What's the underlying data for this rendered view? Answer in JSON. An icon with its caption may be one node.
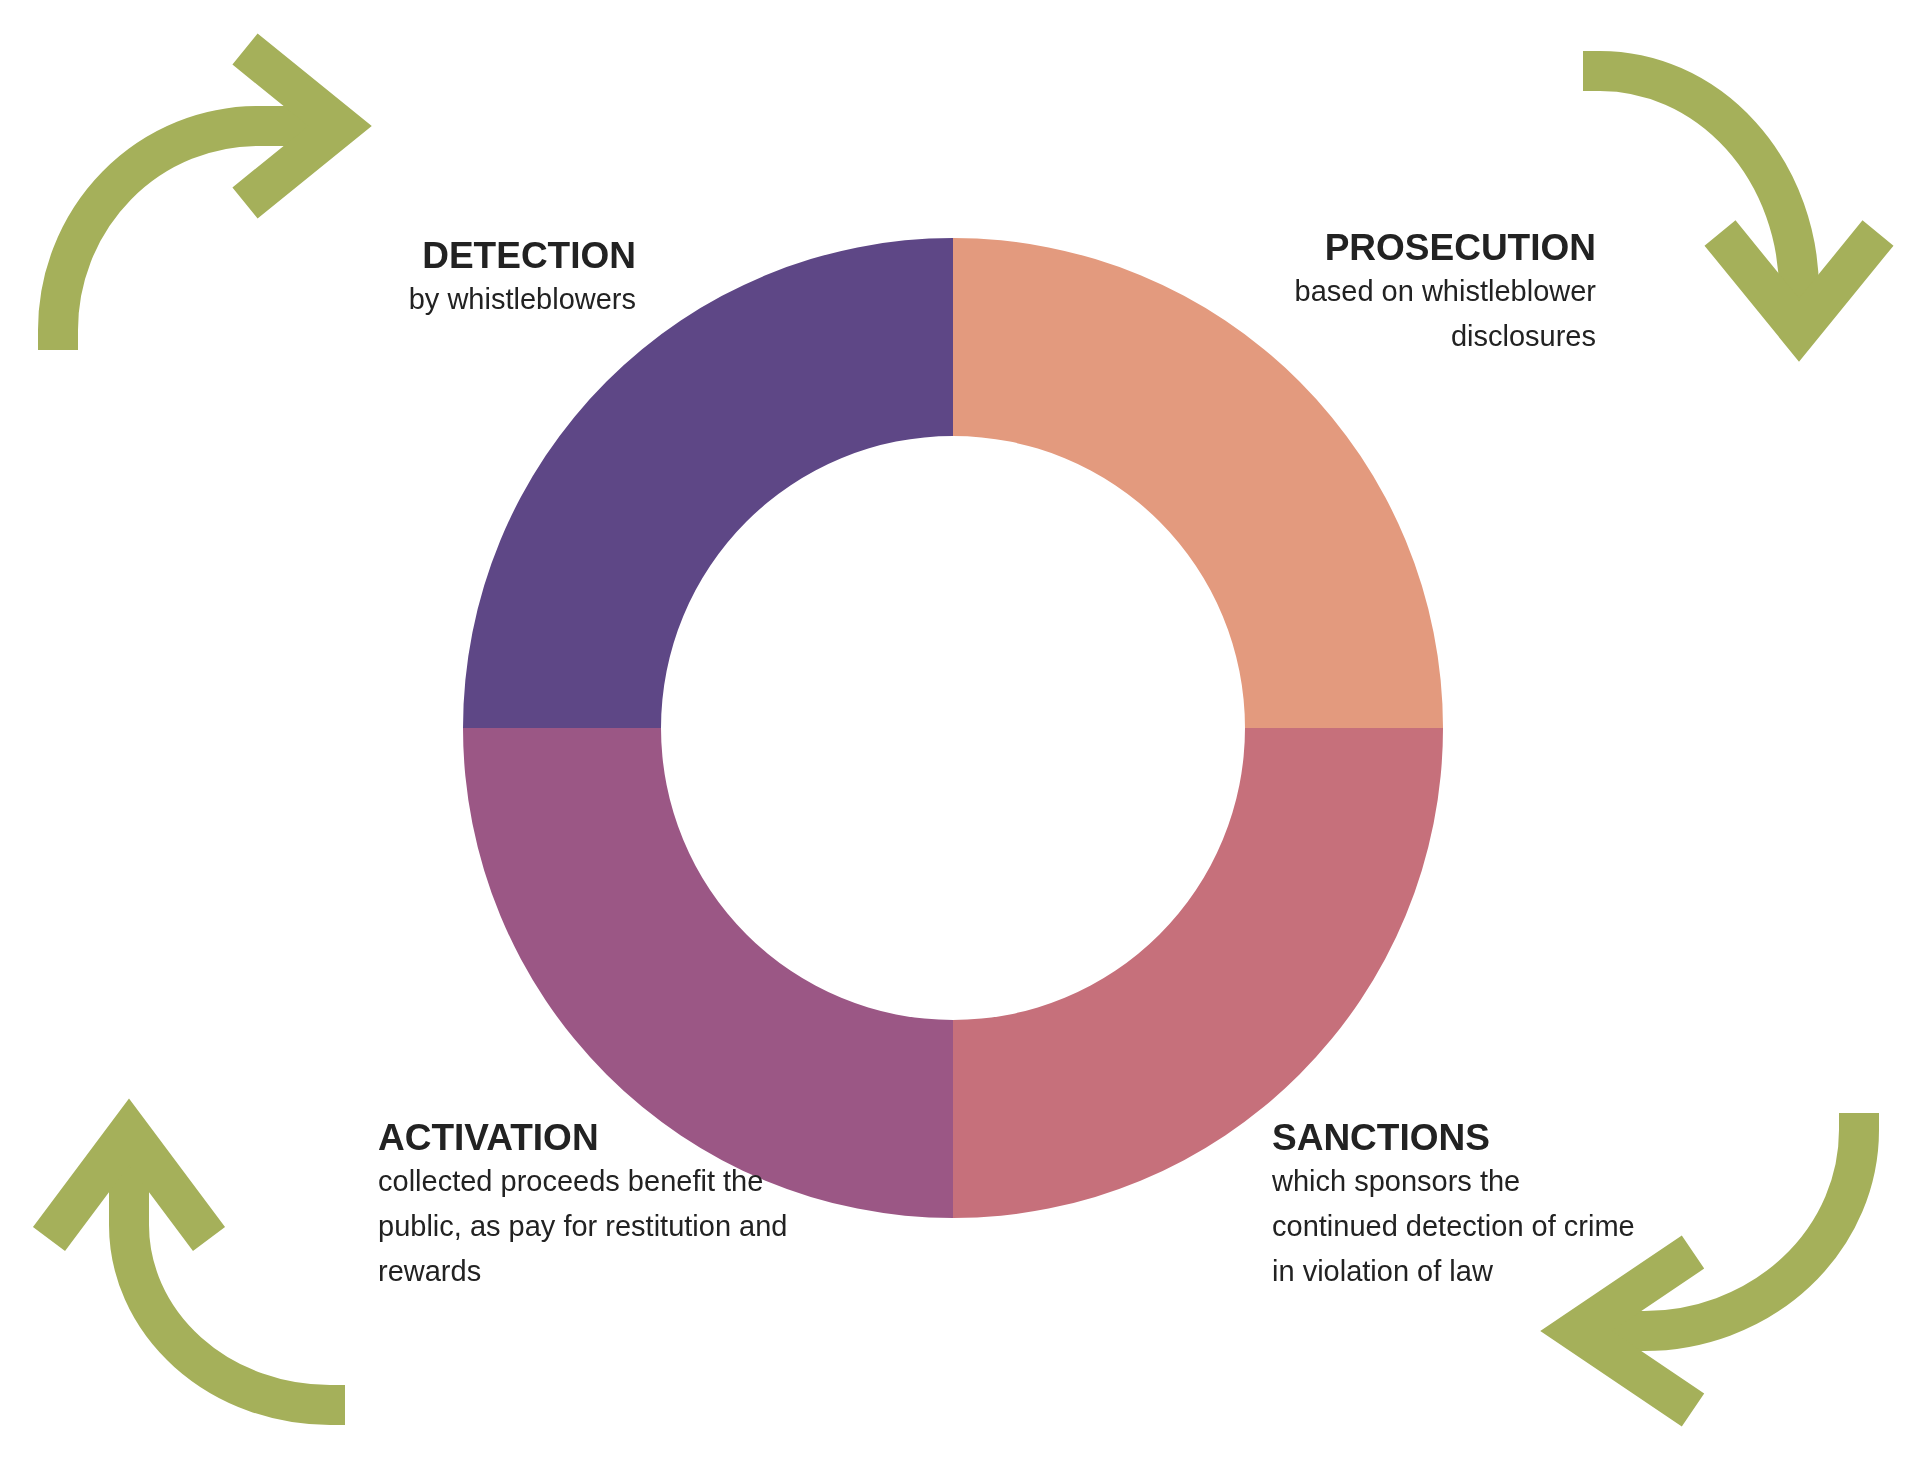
{
  "diagram": {
    "nodes": [
      {
        "text": [],
        "shape": "arc",
        "beside": [
          "DETECTION",
          "by whistleblowers"
        ]
      },
      {
        "text": [],
        "shape": "arc",
        "beside": [
          "PROSECUTION",
          "based on whistleblower disclosures"
        ]
      },
      {
        "text": [],
        "shape": "arc",
        "beside": [
          "ACTIVATION",
          "collected proceeds benefit the public, as pay for restitution and rewards"
        ]
      },
      {
        "text": [],
        "shape": "arc",
        "beside": [
          "SANCTIONS",
          "which sponsors the continued detection of crime in violation of law"
        ]
      }
    ],
    "edges": []
  }
}
